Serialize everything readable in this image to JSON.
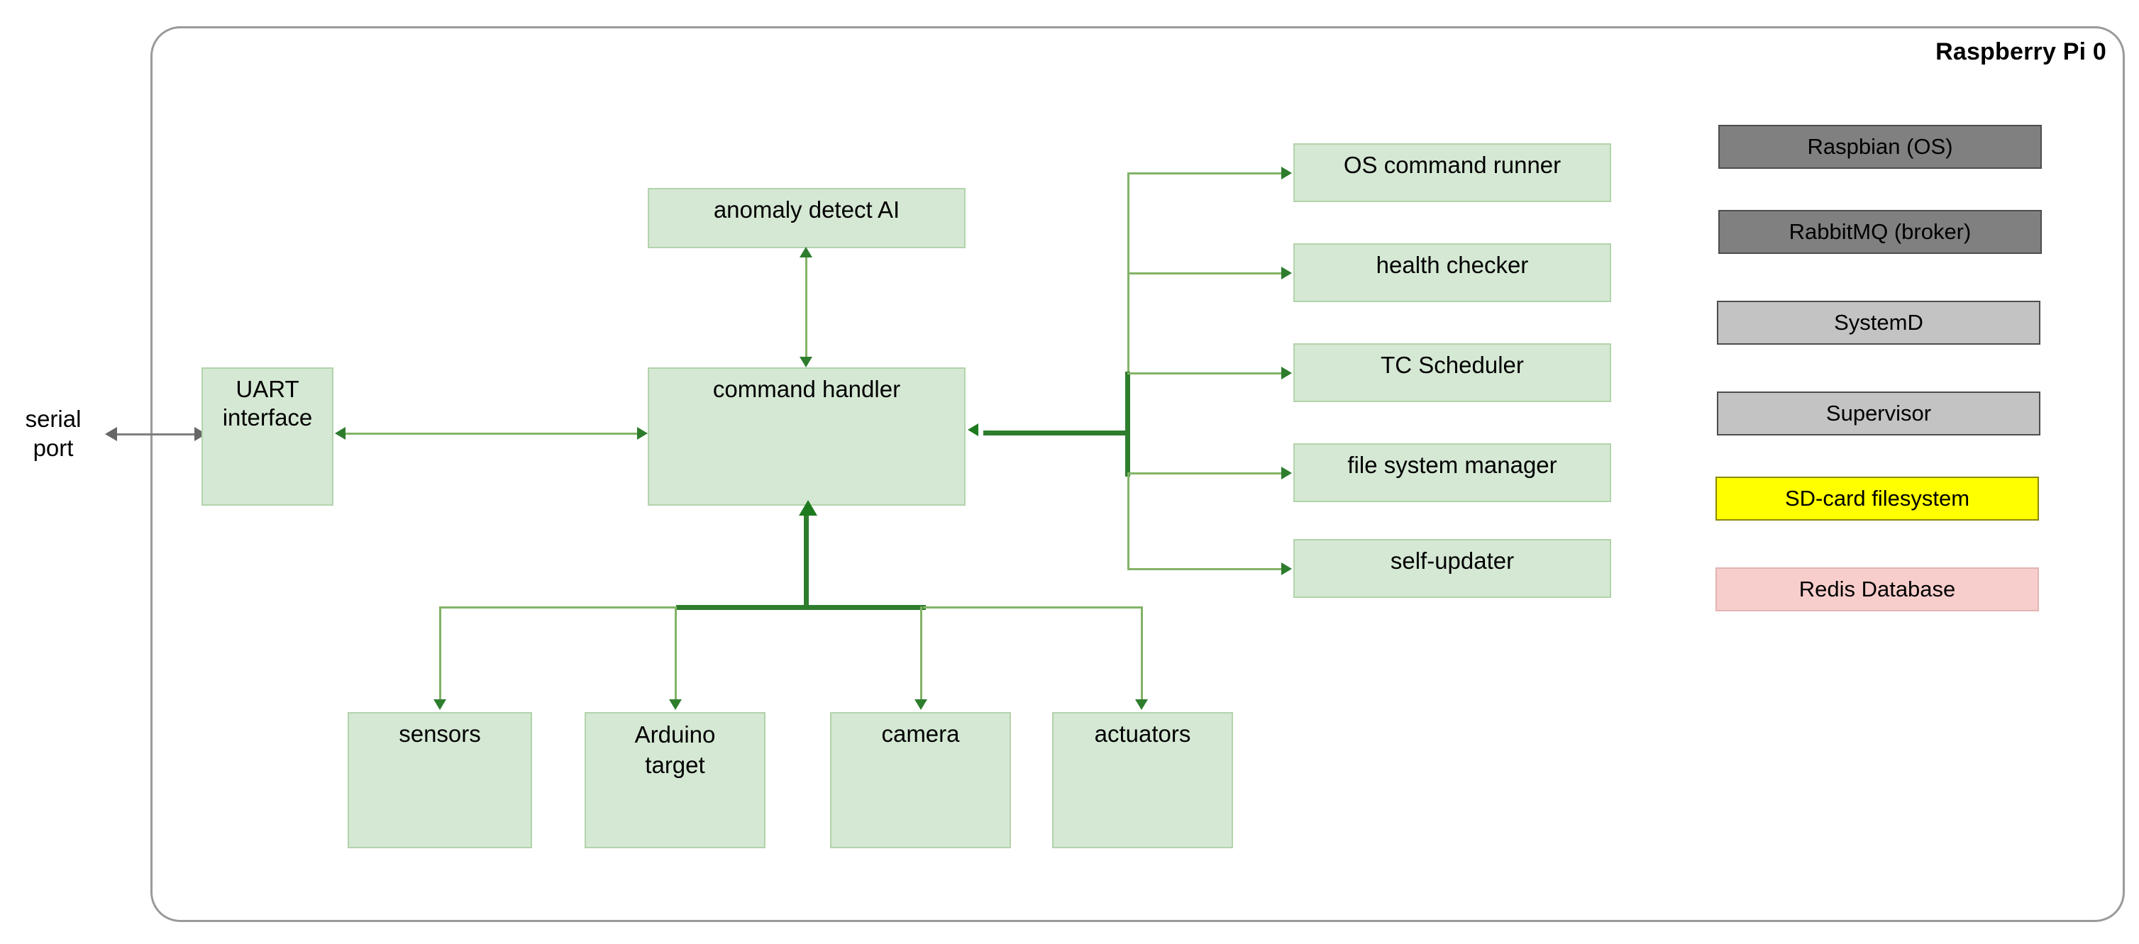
{
  "diagram": {
    "container_title": "Raspberry Pi 0",
    "external_port": "serial\nport",
    "external_port_line1": "serial",
    "external_port_line2": "port"
  },
  "nodes": {
    "uart": "UART interface",
    "command_handler": "command handler",
    "anomaly_ai": "anomaly detect AI",
    "os_command_runner": "OS command runner",
    "health_checker": "health checker",
    "tc_scheduler": "TC Scheduler",
    "file_system_manager": "file system manager",
    "self_updater": "self-updater",
    "sensors": "sensors",
    "arduino_target_line1": "Arduino",
    "arduino_target_line2": "target",
    "camera": "camera",
    "actuators": "actuators"
  },
  "legend": [
    {
      "label": "Raspbian (OS)",
      "style": "dark",
      "color": "#808080"
    },
    {
      "label": "RabbitMQ (broker)",
      "style": "dark",
      "color": "#808080"
    },
    {
      "label": "SystemD",
      "style": "light",
      "color": "#c3c3c3"
    },
    {
      "label": "Supervisor",
      "style": "light",
      "color": "#c3c3c3"
    },
    {
      "label": "SD-card filesystem",
      "style": "yellow",
      "color": "#ffff00"
    },
    {
      "label": "Redis Database",
      "style": "pink",
      "color": "#f8cecc"
    }
  ],
  "colors": {
    "process_fill": "#d5e8d4",
    "process_border": "#b2d3ab",
    "connector": "#82b366",
    "connector_emphasis": "#2d7d2d",
    "container_border": "#9a9a9a",
    "serial_arrow": "#7f7f7f"
  }
}
